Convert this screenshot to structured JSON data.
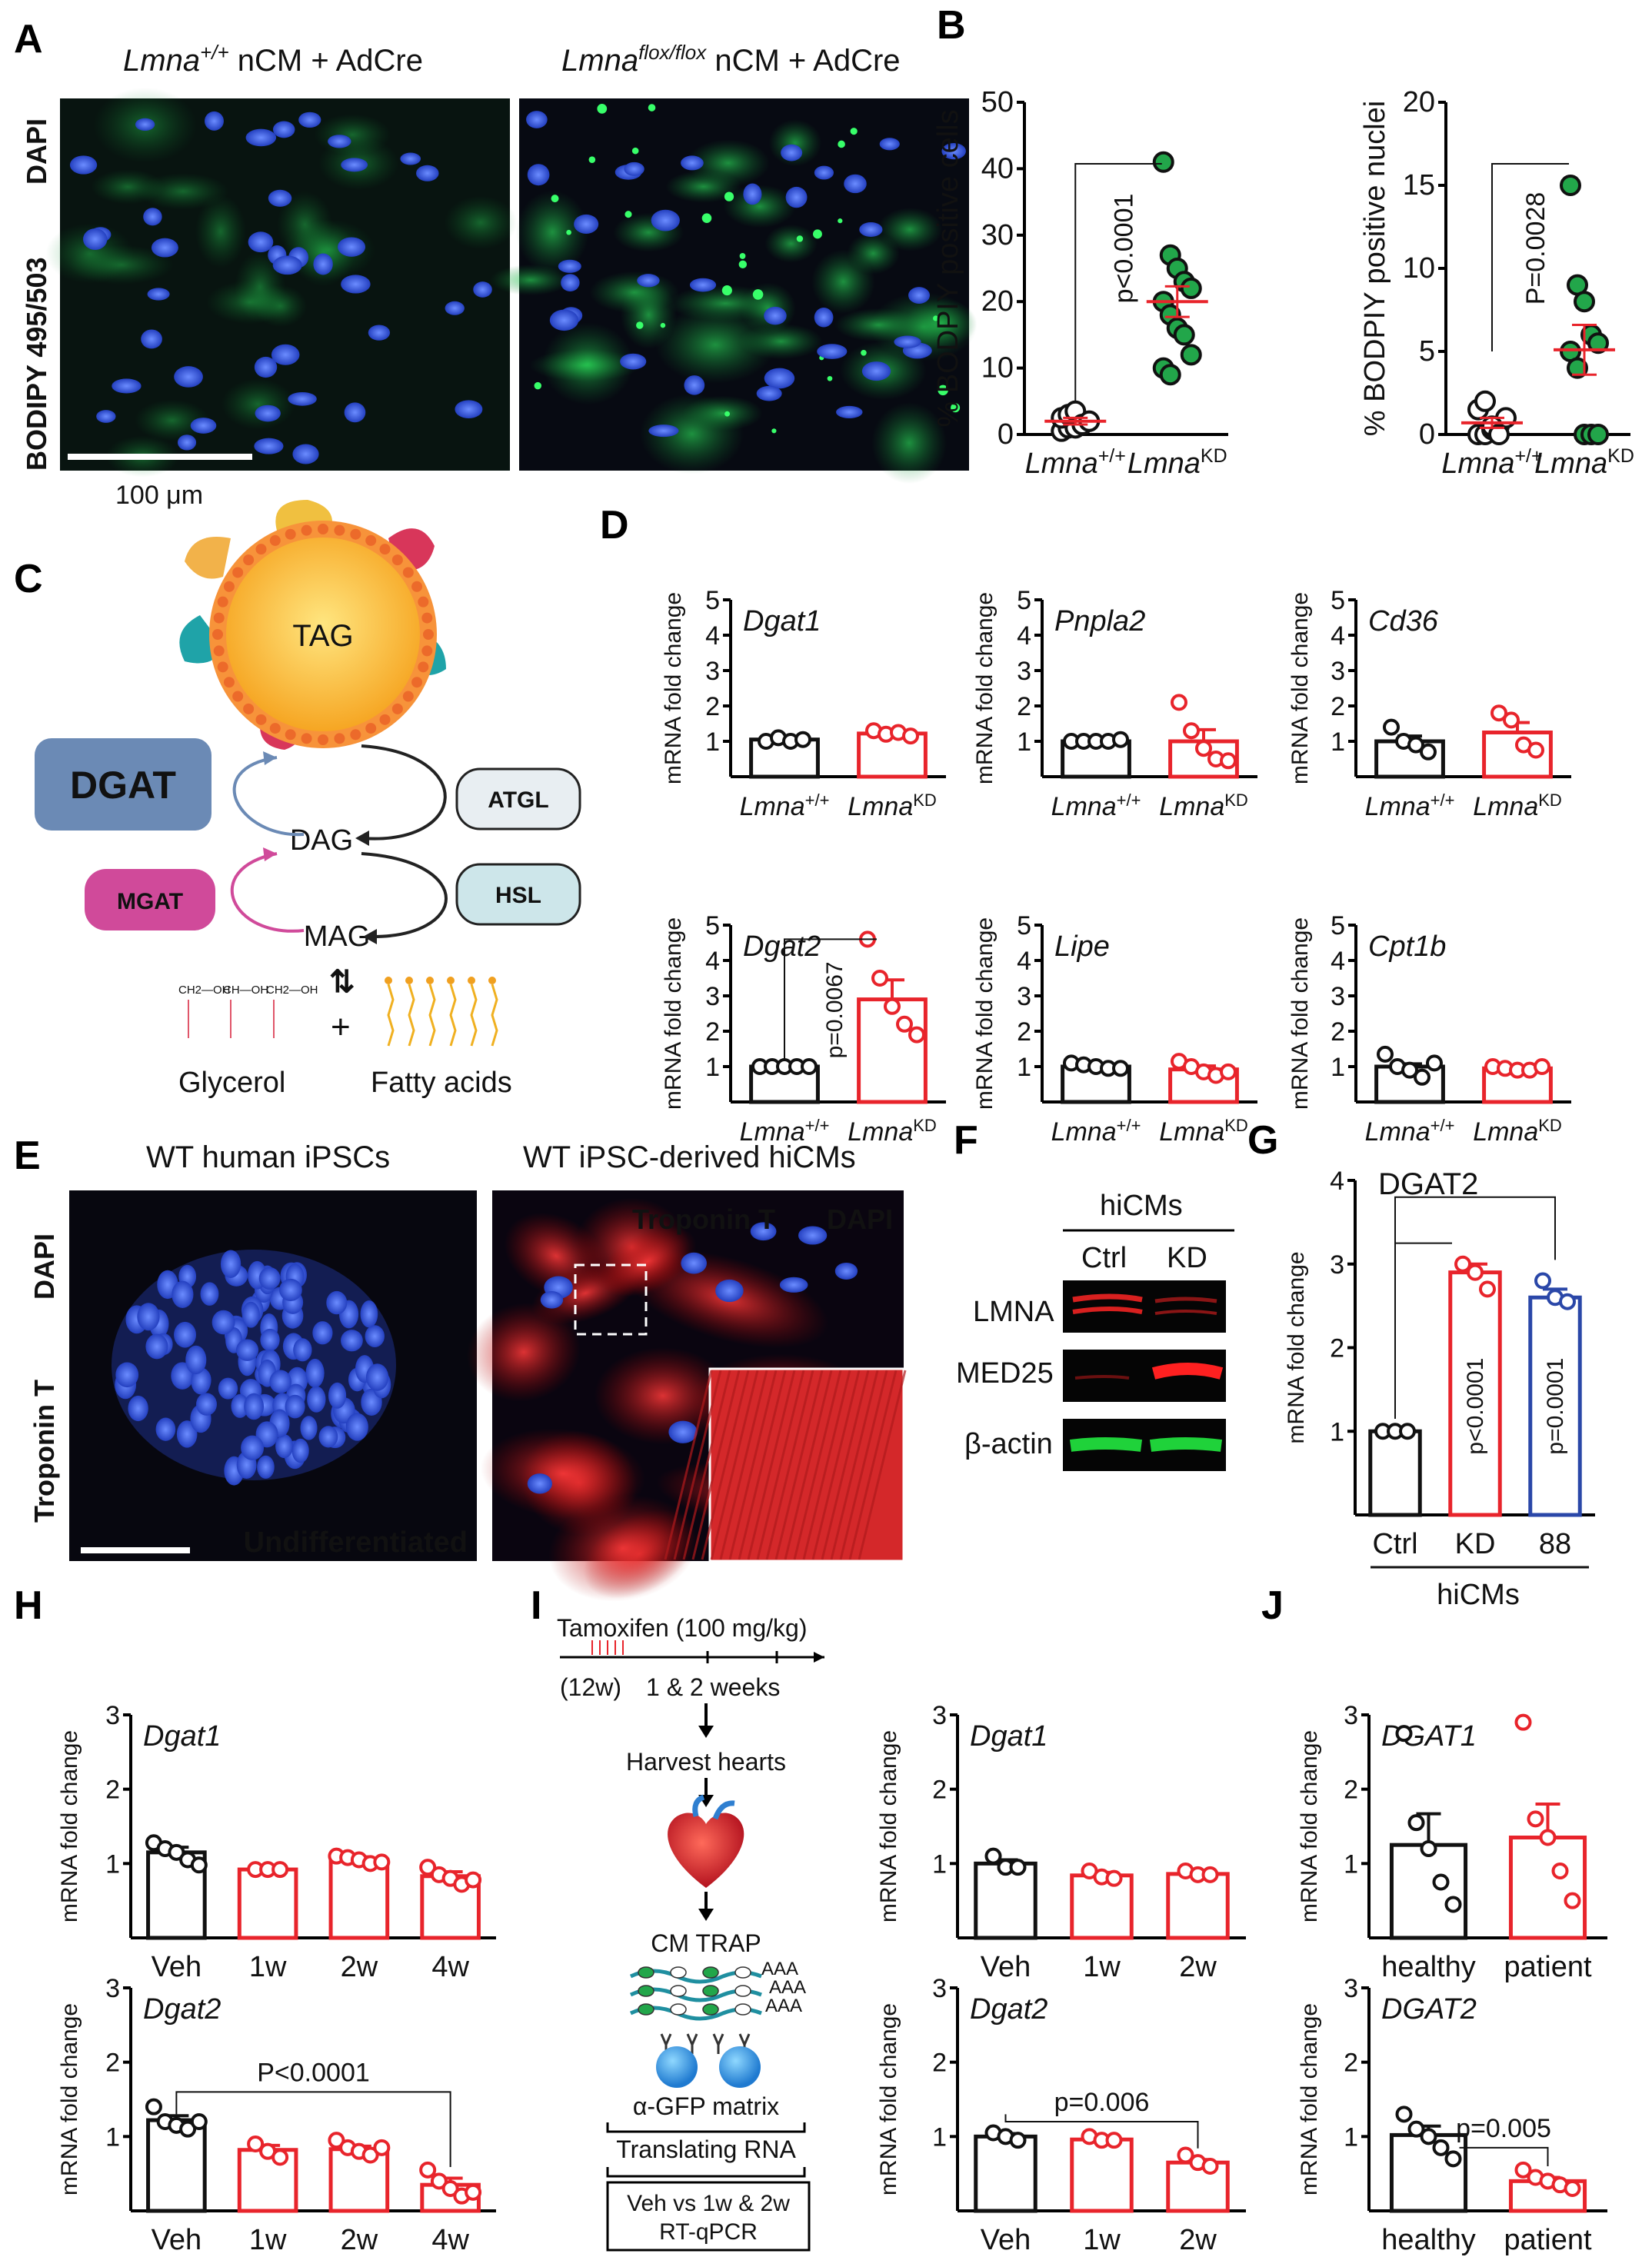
{
  "colors": {
    "wt": "#111111",
    "kd": "#e8242b",
    "green": "#22a64a",
    "blue": "#2a47a8",
    "dapi_blue": "#2f5fd8",
    "troponin_red": "#e8242b",
    "bodipy_green": "#22a64a"
  },
  "panel_labels": [
    "A",
    "B",
    "C",
    "D",
    "E",
    "F",
    "G",
    "H",
    "I",
    "J"
  ],
  "A": {
    "title_left_gene": "Lmna",
    "title_left_sup": "+/+",
    "title_left_rest": " nCM + AdCre",
    "title_right_gene": "Lmna",
    "title_right_sup": "flox/flox",
    "title_right_rest": " nCM + AdCre",
    "side_label_dapi": "DAPI",
    "side_label_bodipy": "BODIPY 495/503",
    "scale_label": "100 μm"
  },
  "C": {
    "tag": "TAG",
    "dgat": "DGAT",
    "mgat": "MGAT",
    "atgl": "ATGL",
    "hsl": "HSL",
    "dag": "DAG",
    "mag": "MAG",
    "plus": "+",
    "arrows": "⇅",
    "glycerol": "Glycerol",
    "fatty_acids": "Fatty acids",
    "glycerol_formula": [
      "CH2—OH",
      "CH—OH",
      "CH2—OH"
    ]
  },
  "E": {
    "title_left": "WT human iPSCs",
    "title_right": "WT iPSC-derived hiCMs",
    "side_dapi": "DAPI",
    "side_trop": "Troponin T",
    "undiff": "Undifferentiated",
    "legend_trop": "Troponin T",
    "legend_dapi": "DAPI"
  },
  "F": {
    "header": "hiCMs",
    "col1": "Ctrl",
    "col2": "KD",
    "rows": [
      "LMNA",
      "MED25",
      "β-actin"
    ]
  },
  "chart_data": [
    {
      "id": "B1",
      "type": "scatter",
      "ylabel": "% BODPIY positive cells",
      "ylim": [
        0,
        50
      ],
      "yticks": [
        0,
        10,
        20,
        30,
        40,
        50
      ],
      "categories": [
        "Lmna+/+",
        "LmnaKD"
      ],
      "cat_labels": [
        {
          "main": "Lmna",
          "sup": "+/+"
        },
        {
          "main": "Lmna",
          "sup": "KD"
        }
      ],
      "annotation": "p<0.0001",
      "series": [
        {
          "values": [
            0.5,
            1,
            1,
            1.5,
            2,
            2.5,
            3,
            3.5,
            1.5,
            2
          ],
          "mean": 2,
          "sem": 0.5
        },
        {
          "values": [
            41,
            27,
            25,
            23,
            22,
            20,
            18,
            16,
            15,
            12,
            10,
            9
          ],
          "mean": 20,
          "sem": 2.3
        }
      ]
    },
    {
      "id": "B2",
      "type": "scatter",
      "ylabel": "% BODPIY positive nuclei",
      "ylim": [
        0,
        20
      ],
      "yticks": [
        0,
        5,
        10,
        15,
        20
      ],
      "categories": [
        "Lmna+/+",
        "LmnaKD"
      ],
      "cat_labels": [
        {
          "main": "Lmna",
          "sup": "+/+"
        },
        {
          "main": "Lmna",
          "sup": "KD"
        }
      ],
      "annotation": "P=0.0028",
      "series": [
        {
          "values": [
            0,
            0,
            0.3,
            0.5,
            1,
            1.5,
            2,
            0.5,
            0
          ],
          "mean": 0.7,
          "sem": 0.3
        },
        {
          "values": [
            15,
            9,
            8,
            6,
            5.5,
            5,
            4,
            0,
            0,
            0
          ],
          "mean": 5.1,
          "sem": 1.5
        }
      ]
    },
    {
      "id": "D1",
      "type": "bar",
      "gene": "Dgat1",
      "ylabel": "mRNA fold change",
      "ylim": [
        0,
        5
      ],
      "yticks": [
        1,
        2,
        3,
        4,
        5
      ],
      "categories": [
        "Lmna+/+",
        "LmnaKD"
      ],
      "cat_labels": [
        {
          "main": "Lmna",
          "sup": "+/+"
        },
        {
          "main": "Lmna",
          "sup": "KD"
        }
      ],
      "means": [
        1.05,
        1.22
      ],
      "sems": [
        0.06,
        0.07
      ],
      "points": [
        [
          1.0,
          1.1,
          1.0,
          1.05
        ],
        [
          1.3,
          1.2,
          1.25,
          1.15
        ]
      ]
    },
    {
      "id": "D2",
      "type": "bar",
      "gene": "Pnpla2",
      "ylabel": "mRNA fold change",
      "ylim": [
        0,
        5
      ],
      "yticks": [
        1,
        2,
        3,
        4,
        5
      ],
      "categories": [
        "Lmna+/+",
        "LmnaKD"
      ],
      "cat_labels": [
        {
          "main": "Lmna",
          "sup": "+/+"
        },
        {
          "main": "Lmna",
          "sup": "KD"
        }
      ],
      "means": [
        1.0,
        1.0
      ],
      "sems": [
        0.03,
        0.33
      ],
      "points": [
        [
          1.0,
          1.0,
          1.0,
          1.0,
          1.05
        ],
        [
          2.1,
          1.3,
          0.8,
          0.5,
          0.45
        ]
      ]
    },
    {
      "id": "D3",
      "type": "bar",
      "gene": "Cd36",
      "ylabel": "mRNA fold change",
      "ylim": [
        0,
        5
      ],
      "yticks": [
        1,
        2,
        3,
        4,
        5
      ],
      "categories": [
        "Lmna+/+",
        "LmnaKD"
      ],
      "cat_labels": [
        {
          "main": "Lmna",
          "sup": "+/+"
        },
        {
          "main": "Lmna",
          "sup": "KD"
        }
      ],
      "means": [
        1.0,
        1.25
      ],
      "sems": [
        0.15,
        0.28
      ],
      "points": [
        [
          1.4,
          1.0,
          0.9,
          0.7
        ],
        [
          1.8,
          1.6,
          0.9,
          0.75
        ]
      ]
    },
    {
      "id": "D4",
      "type": "bar",
      "gene": "Dgat2",
      "ylabel": "mRNA fold change",
      "ylim": [
        0,
        5
      ],
      "yticks": [
        1,
        2,
        3,
        4,
        5
      ],
      "categories": [
        "Lmna+/+",
        "LmnaKD"
      ],
      "cat_labels": [
        {
          "main": "Lmna",
          "sup": "+/+"
        },
        {
          "main": "Lmna",
          "sup": "KD"
        }
      ],
      "means": [
        1.0,
        2.9
      ],
      "sems": [
        0.03,
        0.55
      ],
      "points": [
        [
          1.0,
          1.0,
          1.0,
          1.0,
          1.0
        ],
        [
          4.6,
          3.5,
          2.7,
          2.2,
          1.9
        ]
      ],
      "annotation": "p=0.0067"
    },
    {
      "id": "D5",
      "type": "bar",
      "gene": "Lipe",
      "ylabel": "mRNA fold change",
      "ylim": [
        0,
        5
      ],
      "yticks": [
        1,
        2,
        3,
        4,
        5
      ],
      "categories": [
        "Lmna+/+",
        "LmnaKD"
      ],
      "cat_labels": [
        {
          "main": "Lmna",
          "sup": "+/+"
        },
        {
          "main": "Lmna",
          "sup": "KD"
        }
      ],
      "means": [
        1.0,
        0.92
      ],
      "sems": [
        0.04,
        0.1
      ],
      "points": [
        [
          1.1,
          1.05,
          1.0,
          0.95,
          0.95
        ],
        [
          1.15,
          1.0,
          0.85,
          0.75,
          0.85
        ]
      ]
    },
    {
      "id": "D6",
      "type": "bar",
      "gene": "Cpt1b",
      "ylabel": "mRNA fold change",
      "ylim": [
        0,
        5
      ],
      "yticks": [
        1,
        2,
        3,
        4,
        5
      ],
      "categories": [
        "Lmna+/+",
        "LmnaKD"
      ],
      "cat_labels": [
        {
          "main": "Lmna",
          "sup": "+/+"
        },
        {
          "main": "Lmna",
          "sup": "KD"
        }
      ],
      "means": [
        1.0,
        0.95
      ],
      "sems": [
        0.08,
        0.04
      ],
      "points": [
        [
          1.35,
          1.0,
          0.9,
          0.7,
          1.1
        ],
        [
          1.0,
          0.95,
          0.9,
          0.9,
          1.0
        ]
      ]
    },
    {
      "id": "G",
      "type": "bar",
      "gene": "DGAT2",
      "ylabel": "mRNA fold change",
      "ylim": [
        0,
        4
      ],
      "yticks": [
        1,
        2,
        3,
        4
      ],
      "categories": [
        "Ctrl",
        "KD",
        "88"
      ],
      "group_label": "hiCMs",
      "means": [
        1.0,
        2.9,
        2.6
      ],
      "sems": [
        0.02,
        0.1,
        0.1
      ],
      "points": [
        [
          1.0,
          1.0,
          1.0
        ],
        [
          3.0,
          2.9,
          2.7
        ],
        [
          2.8,
          2.6,
          2.55
        ]
      ],
      "colors": [
        "#111111",
        "#e8242b",
        "#2a47a8"
      ],
      "annotations": [
        "p<0.0001",
        "p=0.0001"
      ]
    },
    {
      "id": "H1",
      "type": "bar",
      "gene": "Dgat1",
      "ylabel": "mRNA fold change",
      "ylim": [
        0,
        3
      ],
      "yticks": [
        1,
        2,
        3
      ],
      "categories": [
        "Veh",
        "1w",
        "2w",
        "4w"
      ],
      "means": [
        1.15,
        0.92,
        1.05,
        0.83
      ],
      "sems": [
        0.07,
        0.02,
        0.04,
        0.06
      ],
      "points": [
        [
          1.28,
          1.2,
          1.15,
          1.05,
          0.98
        ],
        [
          0.92,
          0.92,
          0.92
        ],
        [
          1.1,
          1.08,
          1.05,
          1.0,
          1.02
        ],
        [
          0.95,
          0.85,
          0.8,
          0.72,
          0.78
        ]
      ]
    },
    {
      "id": "H2",
      "type": "bar",
      "gene": "Dgat2",
      "ylabel": "mRNA fold change",
      "ylim": [
        0,
        3
      ],
      "yticks": [
        1,
        2,
        3
      ],
      "categories": [
        "Veh",
        "1w",
        "2w",
        "4w"
      ],
      "means": [
        1.22,
        0.82,
        0.83,
        0.35
      ],
      "sems": [
        0.06,
        0.06,
        0.04,
        0.09
      ],
      "points": [
        [
          1.4,
          1.2,
          1.15,
          1.1,
          1.2
        ],
        [
          0.9,
          0.8,
          0.72
        ],
        [
          0.95,
          0.85,
          0.8,
          0.75,
          0.85
        ],
        [
          0.55,
          0.4,
          0.3,
          0.2,
          0.25
        ]
      ],
      "annotation": "P<0.0001"
    },
    {
      "id": "I1",
      "type": "bar",
      "gene": "Dgat1",
      "ylabel": "mRNA fold change",
      "ylim": [
        0,
        3
      ],
      "yticks": [
        1,
        2,
        3
      ],
      "categories": [
        "Veh",
        "1w",
        "2w"
      ],
      "means": [
        1.0,
        0.84,
        0.86
      ],
      "sems": [
        0.05,
        0.04,
        0.02
      ],
      "points": [
        [
          1.1,
          0.95,
          0.95
        ],
        [
          0.9,
          0.82,
          0.8
        ],
        [
          0.9,
          0.85,
          0.85
        ]
      ]
    },
    {
      "id": "I2",
      "type": "bar",
      "gene": "Dgat2",
      "ylabel": "mRNA fold change",
      "ylim": [
        0,
        3
      ],
      "yticks": [
        1,
        2,
        3
      ],
      "categories": [
        "Veh",
        "1w",
        "2w"
      ],
      "means": [
        1.0,
        0.96,
        0.65
      ],
      "sems": [
        0.04,
        0.02,
        0.04
      ],
      "points": [
        [
          1.05,
          1.0,
          0.95
        ],
        [
          1.0,
          0.95,
          0.95
        ],
        [
          0.75,
          0.65,
          0.6
        ]
      ],
      "annotation": "p=0.006"
    },
    {
      "id": "J1",
      "type": "bar",
      "gene": "DGAT1",
      "ylabel": "mRNA fold change",
      "ylim": [
        0,
        3
      ],
      "yticks": [
        1,
        2,
        3
      ],
      "categories": [
        "healthy",
        "patient"
      ],
      "means": [
        1.25,
        1.35
      ],
      "sems": [
        0.42,
        0.45
      ],
      "points": [
        [
          2.75,
          1.55,
          1.2,
          0.75,
          0.45
        ],
        [
          2.9,
          1.6,
          1.35,
          0.9,
          0.5
        ]
      ]
    },
    {
      "id": "J2",
      "type": "bar",
      "gene": "DGAT2",
      "ylabel": "mRNA fold change",
      "ylim": [
        0,
        3
      ],
      "yticks": [
        1,
        2,
        3
      ],
      "categories": [
        "healthy",
        "patient"
      ],
      "means": [
        1.02,
        0.4
      ],
      "sems": [
        0.12,
        0.05
      ],
      "points": [
        [
          1.3,
          1.1,
          1.0,
          0.85,
          0.7
        ],
        [
          0.55,
          0.45,
          0.4,
          0.35,
          0.3
        ]
      ],
      "annotation": "p=0.005"
    }
  ],
  "I_workflow": {
    "tamoxifen": "Tamoxifen (100 mg/kg)",
    "age": "(12w)",
    "weeks": "1 & 2 weeks",
    "harvest": "Harvest hearts",
    "trap": "CM TRAP",
    "aaa": "AAA",
    "matrix": "α-GFP matrix",
    "translating": "Translating RNA",
    "box_line1": "Veh vs 1w & 2w",
    "box_line2": "RT-qPCR"
  }
}
